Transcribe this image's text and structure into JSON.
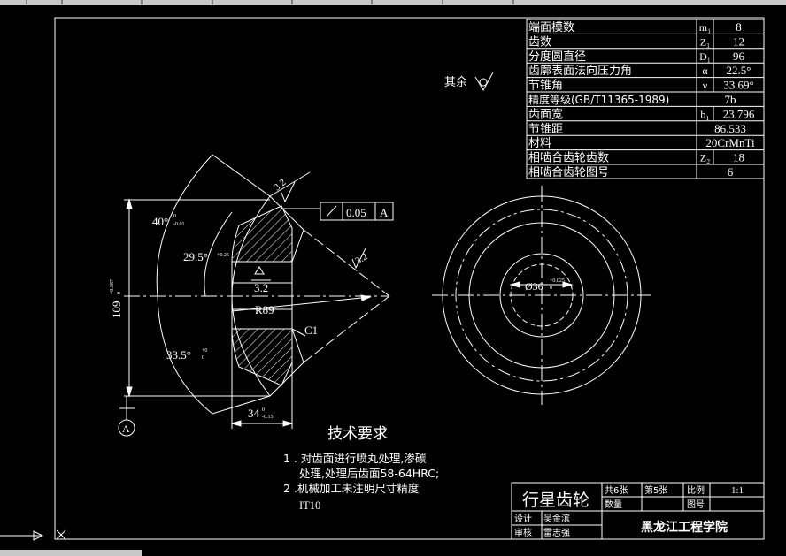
{
  "param_table": [
    {
      "name": "端面模数",
      "sym": "m₁",
      "val": "8"
    },
    {
      "name": "齿数",
      "sym": "Z₁",
      "val": "12"
    },
    {
      "name": "分度圆直径",
      "sym": "D₁",
      "val": "96"
    },
    {
      "name": "齿廓表面法向压力角",
      "sym": "α",
      "val": "22.5°"
    },
    {
      "name": "节锥角",
      "sym": "γ",
      "val": "33.69°"
    },
    {
      "name": "精度等级(GB/T11365-1989)",
      "sym": "",
      "val": "7b"
    },
    {
      "name": "齿面宽",
      "sym": "b₁",
      "val": "23.796"
    },
    {
      "name": "节锥距",
      "sym": "",
      "val": "86.533"
    },
    {
      "name": "材料",
      "sym": "",
      "val": "20CrMnTi"
    },
    {
      "name": "相啮合齿轮齿数",
      "sym": "Z₂",
      "val": "18"
    },
    {
      "name": "相啮合齿轮图号",
      "sym": "",
      "val": "6"
    }
  ],
  "roughness_other": "其余",
  "roughness_3_2": "3.2",
  "tolerance": {
    "value": "0.05",
    "datum": "A"
  },
  "datum_label": "A",
  "dims": {
    "ang40": "40°",
    "ang40_tol_up": "0",
    "ang40_tol_lo": "-0.01",
    "ang29": "29.5°",
    "ang29_tol": "+0.25",
    "ang33": "33.5°",
    "ang33_tol_up": "+0",
    "ang33_tol_lo": "0",
    "dia109": "109",
    "dia109_tol": "+0.387",
    "dia109_tol_lo": "0",
    "r89": "R89",
    "c1": "C1",
    "w34": "34",
    "w34_tol": "0",
    "w34_tol_lo": "-0.15",
    "dia36": "Ø36",
    "dia36_tol_up": "+0.025",
    "dia36_tol_lo": "0"
  },
  "tech": {
    "title": "技术要求",
    "line1": "1 . 对齿面进行喷丸处理,渗碳",
    "line2": "处理,处理后齿面58-64HRC;",
    "line3": "2 .机械加工未注明尺寸精度",
    "line4": "IT10"
  },
  "title_block": {
    "part": "行星齿轮",
    "sheets": "共6张",
    "sheet_no": "第5张",
    "scale_label": "比例",
    "scale": "1:1",
    "qty": "数量",
    "drawing_no": "图号",
    "design": "设计",
    "designer": "吴金滨",
    "review": "审核",
    "reviewer": "雷志强",
    "school": "黑龙江工程学院"
  }
}
